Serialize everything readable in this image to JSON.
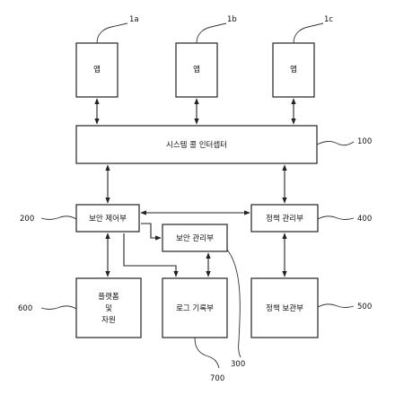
{
  "boxes": {
    "app_a": "앱",
    "app_b": "앱",
    "app_c": "앱",
    "interceptor": "시스템 콜 인터셉터",
    "security_control": "보안 제어부",
    "security_manager": "보안 관리부",
    "policy_manager": "정책 관리부",
    "platform_line1": "플랫폼",
    "platform_line2": "및",
    "platform_line3": "자원",
    "log_recorder": "로그 기록부",
    "policy_storage": "정책 보관부"
  },
  "refs": {
    "app_a": "1a",
    "app_b": "1b",
    "app_c": "1c",
    "interceptor": "100",
    "security_control": "200",
    "security_manager": "300",
    "policy_manager": "400",
    "policy_storage": "500",
    "platform": "600",
    "log_recorder": "700"
  }
}
